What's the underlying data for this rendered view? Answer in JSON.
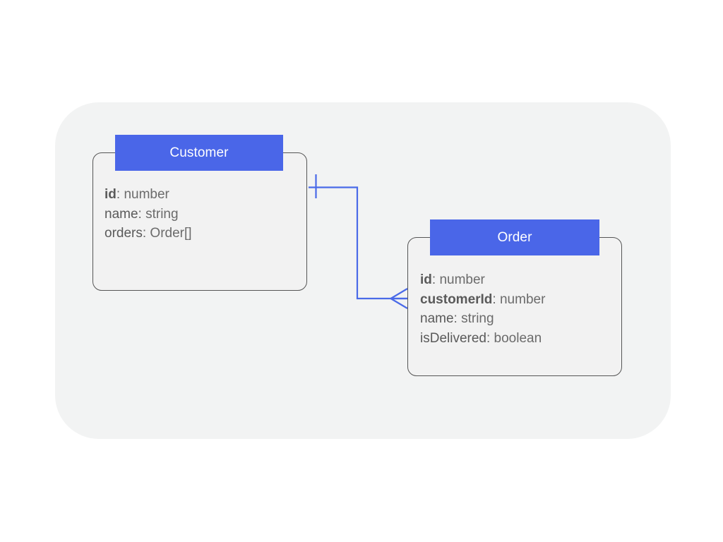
{
  "diagram": {
    "type": "entity-relationship",
    "canvas_color": "#f2f3f3",
    "accent_color": "#4a66e8",
    "border_color": "#555555",
    "text_color": "#5a5a5a",
    "entities": [
      {
        "id": "customer",
        "title": "Customer",
        "attributes": [
          {
            "name": "id",
            "type": "number",
            "is_key": true
          },
          {
            "name": "name",
            "type": "string",
            "is_key": false
          },
          {
            "name": "orders",
            "type": "Order[]",
            "is_key": false
          }
        ]
      },
      {
        "id": "order",
        "title": "Order",
        "attributes": [
          {
            "name": "id",
            "type": "number",
            "is_key": true
          },
          {
            "name": "customerId",
            "type": "number",
            "is_key": true
          },
          {
            "name": "name",
            "type": "string",
            "is_key": false
          },
          {
            "name": "isDelivered",
            "type": "boolean",
            "is_key": false
          }
        ]
      }
    ],
    "relationship": {
      "from": "Customer",
      "to": "Order",
      "from_cardinality": "one",
      "to_cardinality": "many",
      "line_color": "#4a6ae8"
    }
  }
}
